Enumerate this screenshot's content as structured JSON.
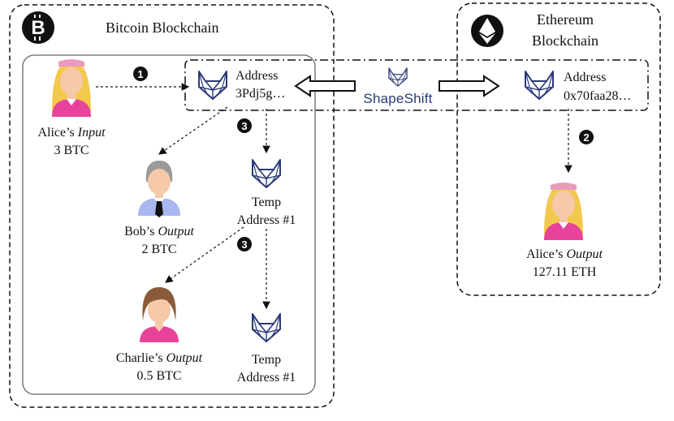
{
  "bitcoin": {
    "title": "Bitcoin Blockchain",
    "icon": "bitcoin-logo-icon"
  },
  "ethereum": {
    "title_line1": "Ethereum",
    "title_line2": "Blockchain",
    "icon": "ethereum-logo-icon"
  },
  "shapeshift": {
    "label": "ShapeShift",
    "icon": "shapeshift-fox-icon"
  },
  "addresses": {
    "btc": {
      "line1": "Address",
      "line2": "3Pdj5g…"
    },
    "eth": {
      "line1": "Address",
      "line2": "0x70faa28…"
    },
    "temp1": {
      "line1": "Temp",
      "line2": "Address #1"
    },
    "temp2": {
      "line1": "Temp",
      "line2": "Address #1"
    }
  },
  "people": {
    "alice_input": {
      "name": "Alice’s ",
      "role": "Input",
      "amount": "3 BTC"
    },
    "bob_output": {
      "name": "Bob’s ",
      "role": "Output",
      "amount": "2 BTC"
    },
    "charlie_output": {
      "name": "Charlie’s ",
      "role": "Output",
      "amount": "0.5 BTC"
    },
    "alice_output": {
      "name": "Alice’s ",
      "role": "Output",
      "amount": "127.11 ETH"
    }
  },
  "steps": {
    "step1": "1",
    "step2": "2",
    "step3a": "3",
    "step3b": "3"
  },
  "colors": {
    "alice_hair": "#f2c94c",
    "alice_shirt": "#e8439a",
    "bob_hair": "#9a9a9a",
    "bob_shirt": "#a9b7f0",
    "charlie_hair": "#8a5a3b",
    "charlie_shirt": "#e8439a",
    "skin": "#f6c9a8",
    "shapeshift": "#2b3a78"
  }
}
